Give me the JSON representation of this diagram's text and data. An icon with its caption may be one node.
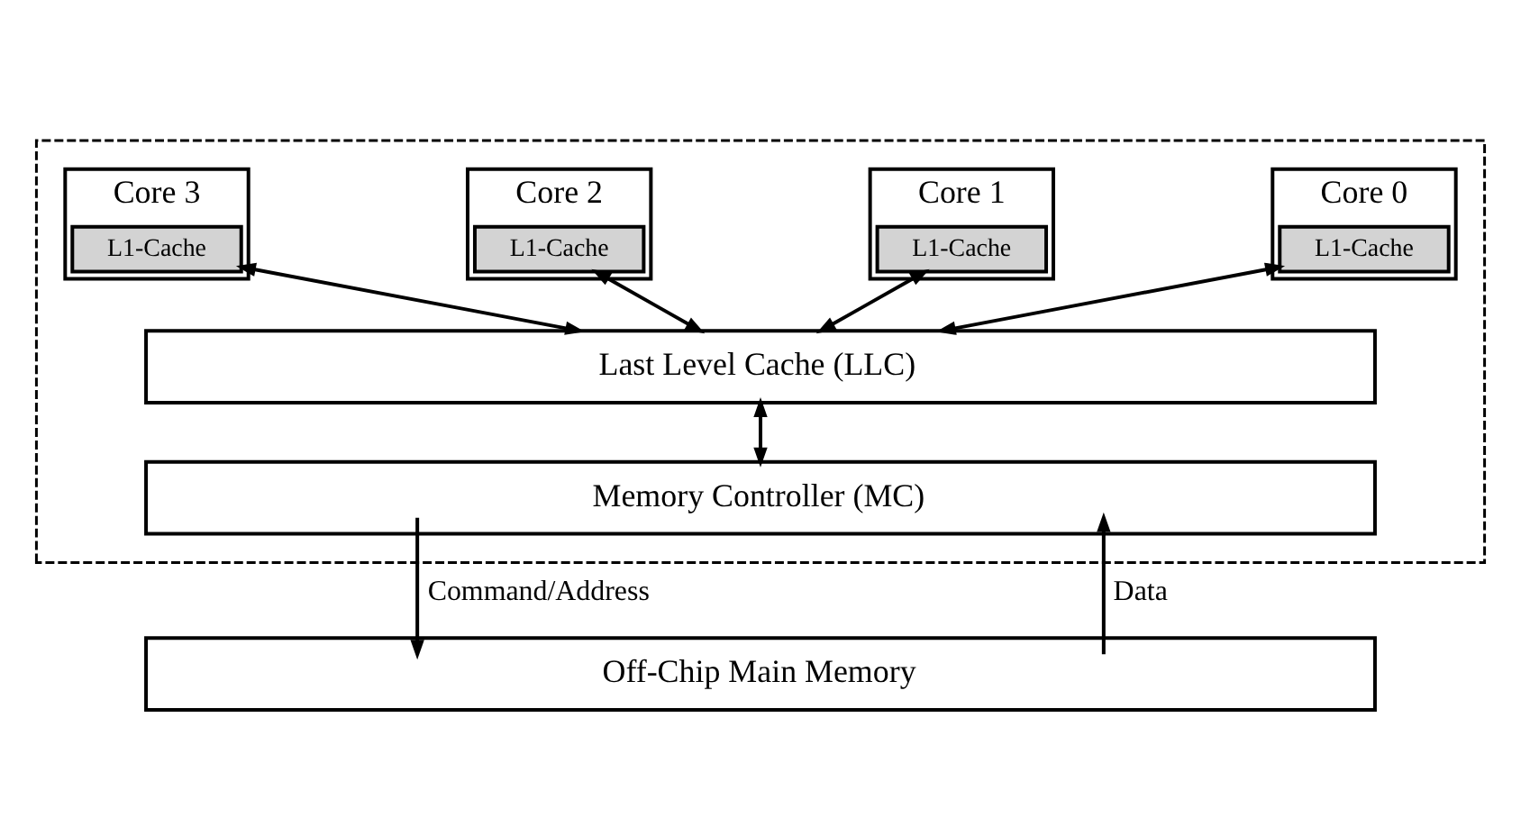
{
  "diagram": {
    "nodes": [
      {
        "text": [],
        "shape": "box"
      },
      {
        "text": [
          "Core 0"
        ],
        "in": 0
      },
      {
        "text": [
          "L1-Cache"
        ],
        "in": 1
      },
      {
        "text": [
          "Core 1"
        ],
        "in": 0
      },
      {
        "text": [
          "L1-Cache"
        ],
        "in": 3
      },
      {
        "text": [
          "Core 2"
        ],
        "in": 0
      },
      {
        "text": [
          "L1-Cache"
        ],
        "in": 5
      },
      {
        "text": [
          "Core 3"
        ],
        "in": 0
      },
      {
        "text": [
          "L1-Cache"
        ],
        "in": 7
      },
      {
        "text": [
          "Last Level Cache (LLC)"
        ],
        "in": 0
      },
      {
        "text": [
          "Memory Controller (MC)"
        ],
        "in": 0
      },
      {
        "text": [
          "Off-Chip Main Memory"
        ]
      }
    ],
    "edges": [
      {
        "from": 2,
        "to": 9,
        "arrow": "both"
      },
      {
        "from": 4,
        "to": 9,
        "arrow": "both"
      },
      {
        "from": 6,
        "to": 9,
        "arrow": "both"
      },
      {
        "from": 8,
        "to": 9,
        "arrow": "both"
      },
      {
        "from": 9,
        "to": 10,
        "arrow": "both"
      },
      {
        "from": 10,
        "to": 11,
        "arrow": "to",
        "label": "Command/Address"
      },
      {
        "from": 11,
        "to": 10,
        "arrow": "to",
        "label": "Data"
      }
    ]
  }
}
